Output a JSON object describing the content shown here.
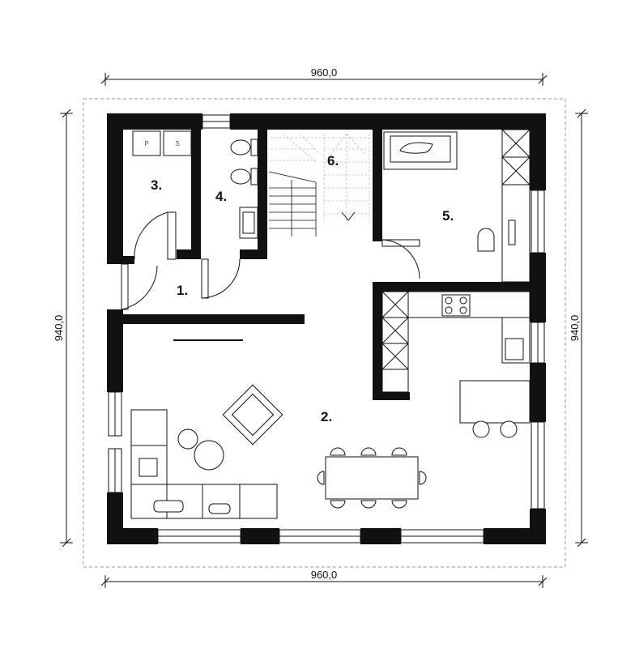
{
  "dimensions": {
    "top": "960,0",
    "bottom": "960,0",
    "left": "940,0",
    "right": "940,0"
  },
  "rooms": [
    {
      "id": "r1",
      "label": "1."
    },
    {
      "id": "r2",
      "label": "2."
    },
    {
      "id": "r3",
      "label": "3."
    },
    {
      "id": "r4",
      "label": "4."
    },
    {
      "id": "r5",
      "label": "5."
    },
    {
      "id": "r6",
      "label": "6."
    }
  ],
  "utility": {
    "appliance_left": "P",
    "appliance_right": "S"
  }
}
